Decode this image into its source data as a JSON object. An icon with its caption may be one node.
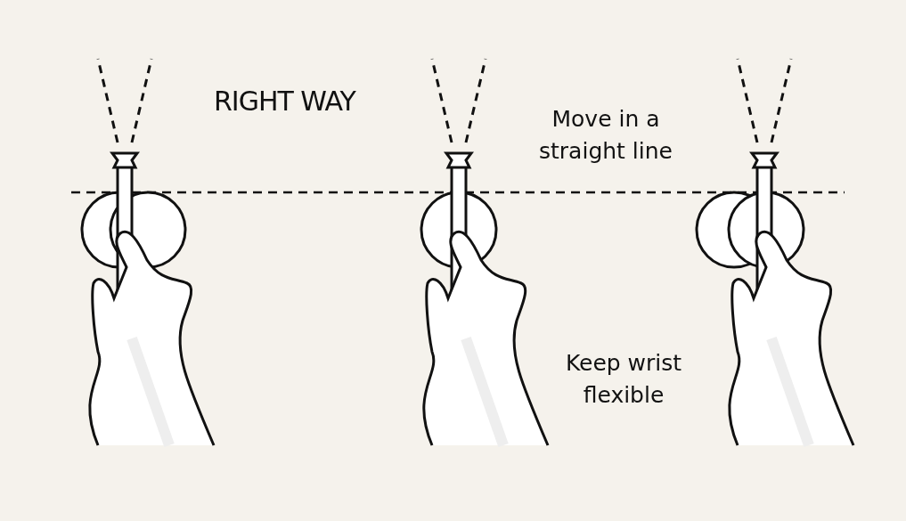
{
  "diagram": {
    "title": "RIGHT WAY",
    "labels": [
      "Move in a straight line",
      "Keep wrist flexible"
    ]
  }
}
